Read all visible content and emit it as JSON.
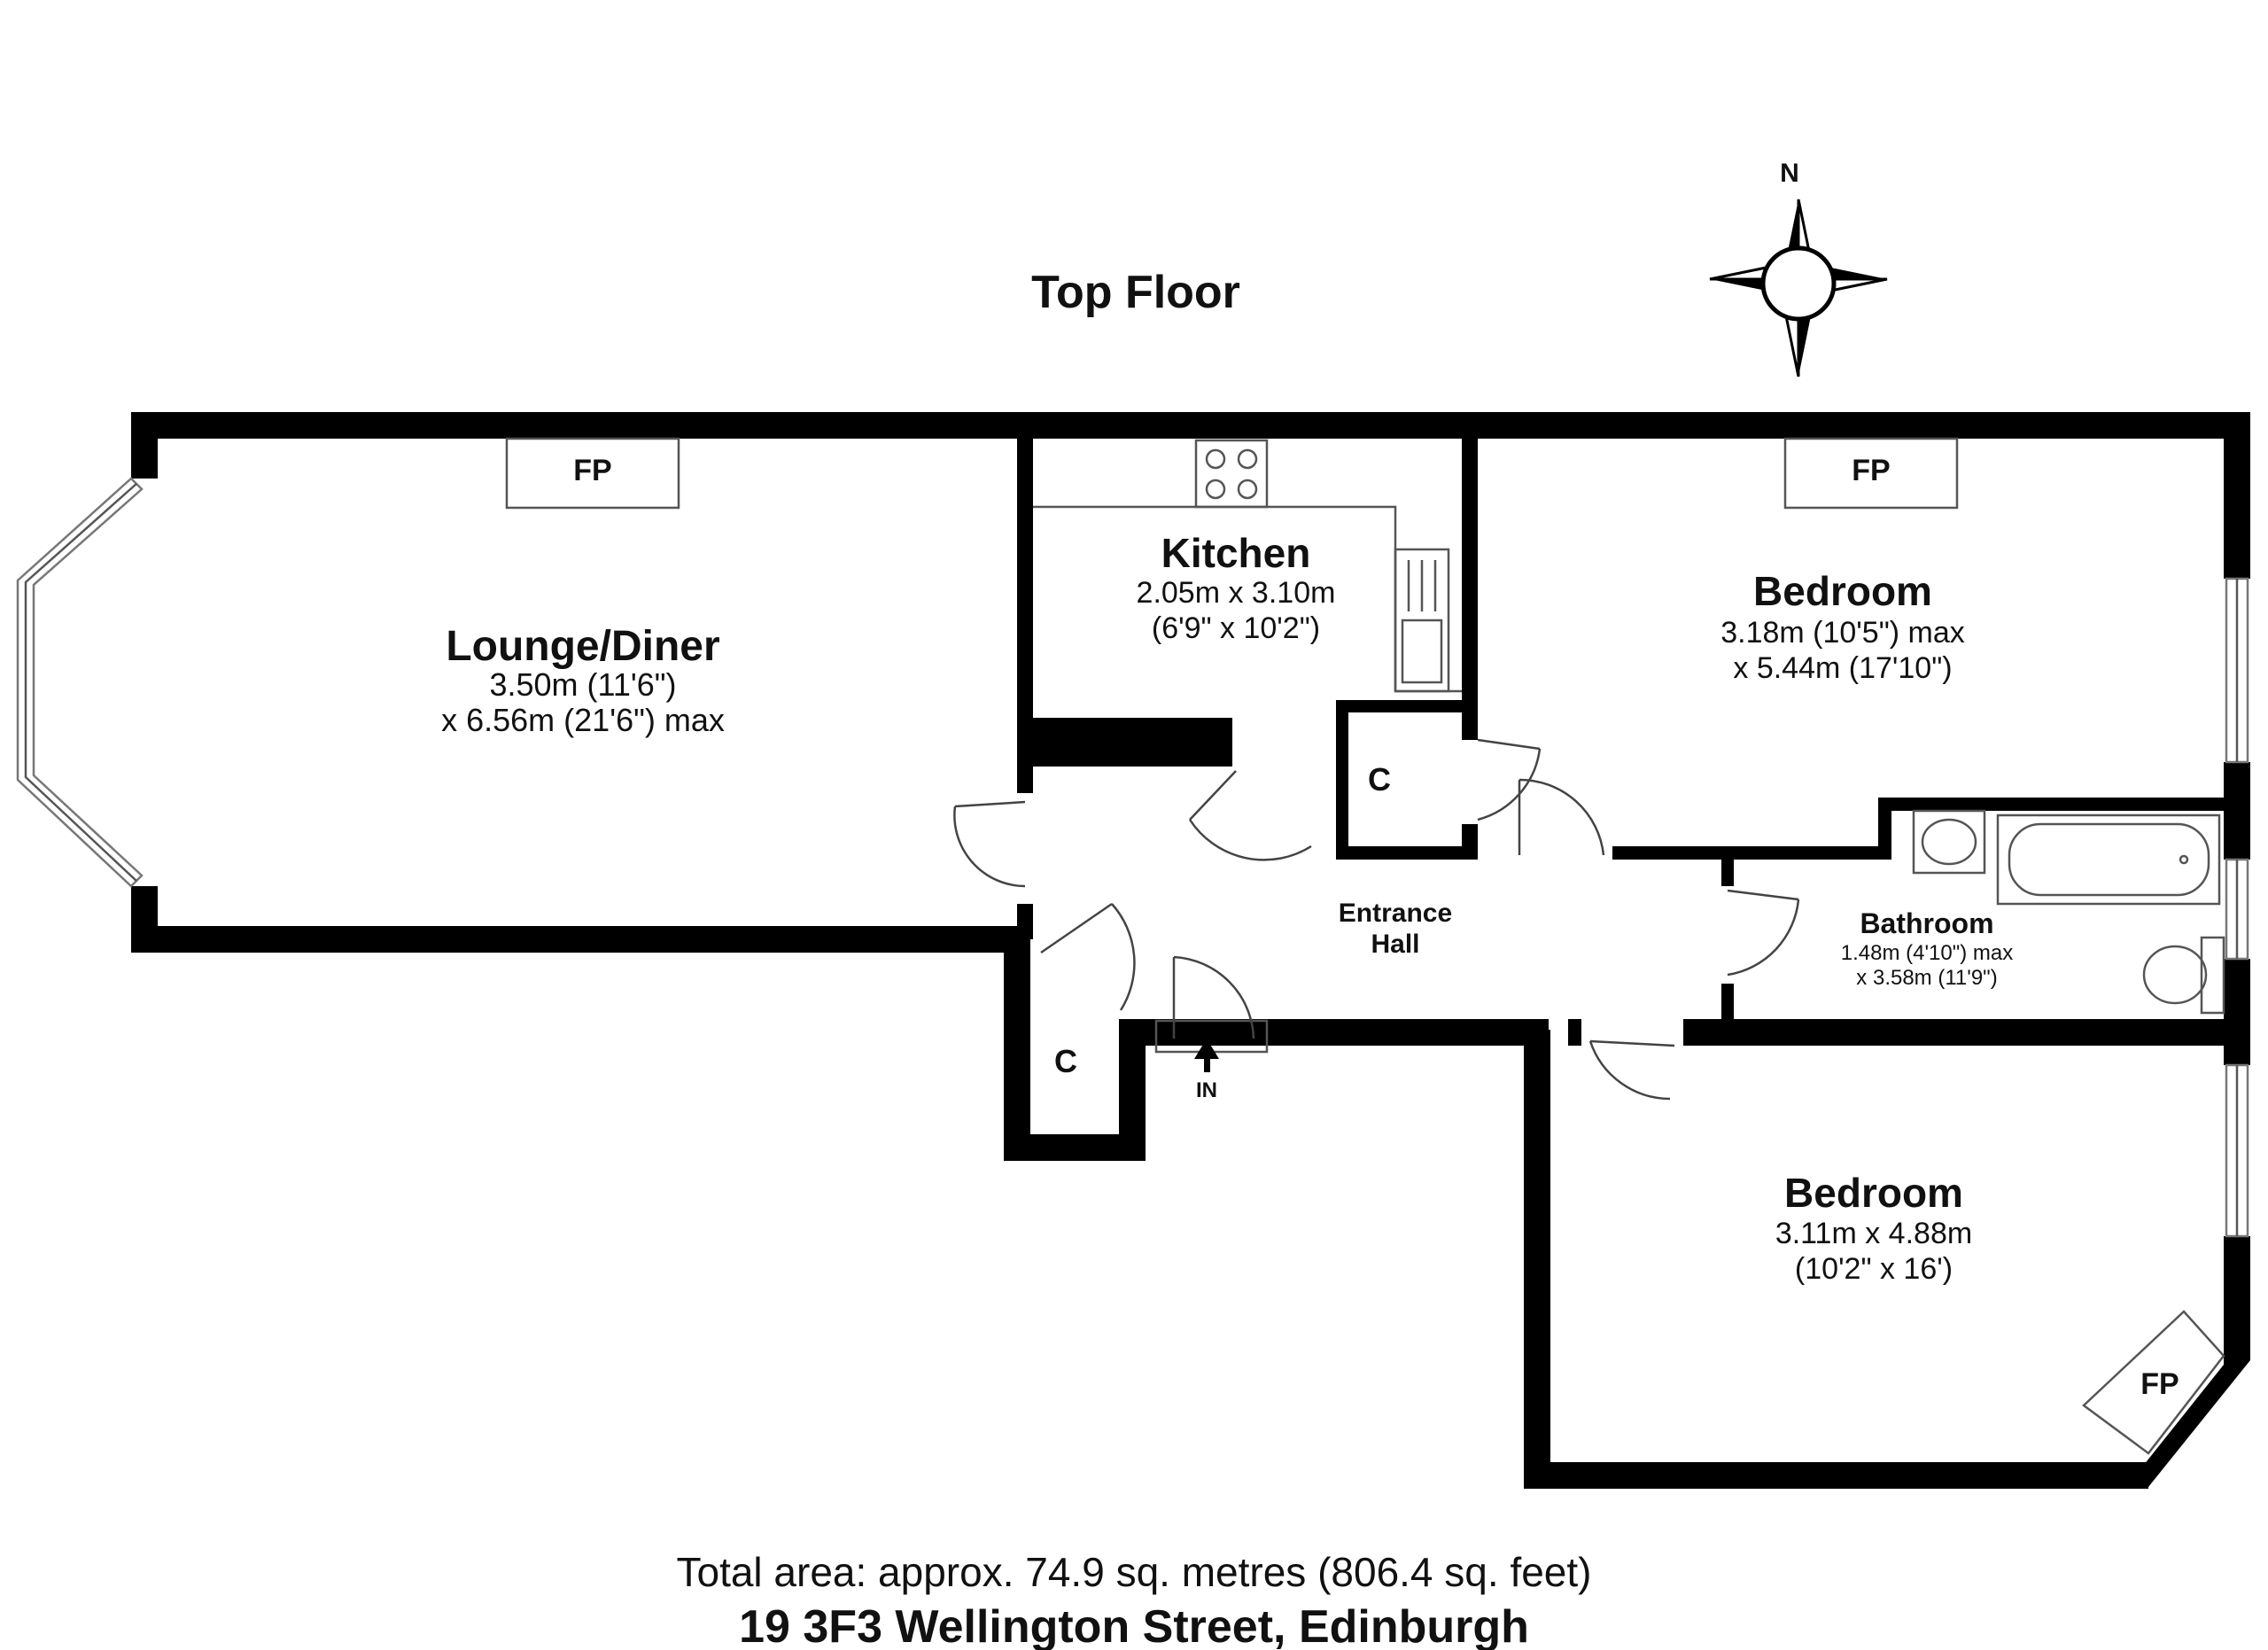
{
  "floor_title": "Top Floor",
  "compass": {
    "north_label": "N"
  },
  "rooms": {
    "lounge": {
      "name": "Lounge/Diner",
      "dim1": "3.50m (11'6\")",
      "dim2": "x 6.56m (21'6\") max",
      "fireplace": "FP"
    },
    "kitchen": {
      "name": "Kitchen",
      "dim1": "2.05m x 3.10m",
      "dim2": "(6'9\" x 10'2\")"
    },
    "bedroom1": {
      "name": "Bedroom",
      "dim1": "3.18m (10'5\") max",
      "dim2": "x 5.44m (17'10\")",
      "fireplace": "FP"
    },
    "bathroom": {
      "name": "Bathroom",
      "dim1": "1.48m (4'10\") max",
      "dim2": "x 3.58m (11'9\")"
    },
    "bedroom2": {
      "name": "Bedroom",
      "dim1": "3.11m x 4.88m",
      "dim2": "(10'2\" x 16')",
      "fireplace": "FP"
    },
    "hall": {
      "line1": "Entrance",
      "line2": "Hall"
    },
    "cupboard1": {
      "label": "C"
    },
    "cupboard2": {
      "label": "C"
    }
  },
  "entrance_label": "IN",
  "footer": {
    "area": "Total area: approx. 74.9 sq. metres (806.4 sq. feet)",
    "address": "19 3F3 Wellington Street, Edinburgh"
  }
}
